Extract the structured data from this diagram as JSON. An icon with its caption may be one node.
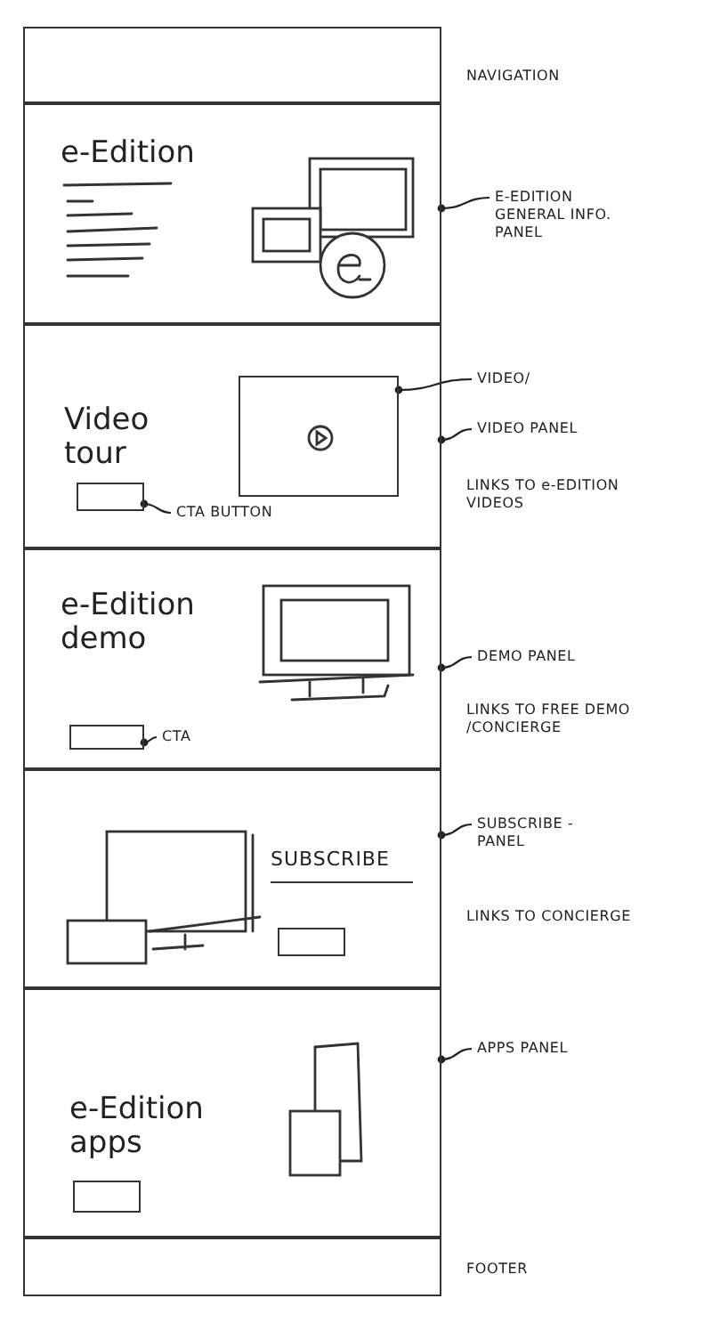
{
  "diagram": {
    "nodes": [
      {
        "text": [],
        "shape": "box"
      },
      {
        "text": [
          "e-Edition"
        ]
      },
      {
        "text": [
          "E-EDITION GENERAL INFO. PANEL"
        ]
      },
      {
        "text": [
          "Video tour"
        ]
      },
      {
        "text": [],
        "shape": "box",
        "in": 3
      },
      {
        "text": [],
        "shape": "box",
        "in": 3
      },
      {
        "text": [
          "CTA BUTTON"
        ],
        "in": 3
      },
      {
        "text": [
          "VIDEO/"
        ]
      },
      {
        "text": [
          "VIDEO PANEL"
        ]
      },
      {
        "text": [
          "e-Edition demo"
        ]
      },
      {
        "text": [],
        "shape": "box",
        "in": 9
      },
      {
        "text": [
          "CTA"
        ],
        "in": 9
      },
      {
        "text": [
          "DEMO PANEL"
        ]
      },
      {
        "text": [
          "SUBSCRIBE"
        ]
      },
      {
        "text": [],
        "shape": "box",
        "in": 13
      },
      {
        "text": [
          "SUBSCRIBE - PANEL"
        ]
      },
      {
        "text": [
          "e-Edition apps"
        ]
      },
      {
        "text": [],
        "shape": "box",
        "in": 16
      },
      {
        "text": [
          "APPS PANEL"
        ]
      },
      {
        "text": [],
        "shape": "box"
      }
    ],
    "edges": [
      {
        "from": 2,
        "to": 1,
        "arrow": "other"
      },
      {
        "from": 6,
        "to": 5,
        "arrow": "other"
      },
      {
        "from": 7,
        "to": 4,
        "arrow": "other"
      },
      {
        "from": 8,
        "to": 3,
        "arrow": "other"
      },
      {
        "from": 11,
        "to": 10,
        "arrow": "other"
      },
      {
        "from": 12,
        "to": 9,
        "arrow": "other"
      },
      {
        "from": 15,
        "to": 13,
        "arrow": "other"
      },
      {
        "from": 18,
        "to": 16,
        "arrow": "other"
      }
    ],
    "labels": [
      "NAVIGATION",
      "LINKS TO e-EDITION VIDEOS",
      "LINKS TO FREE DEMO /CONCIERGE",
      "LINKS TO CONCIERGE",
      "FOOTER"
    ]
  }
}
